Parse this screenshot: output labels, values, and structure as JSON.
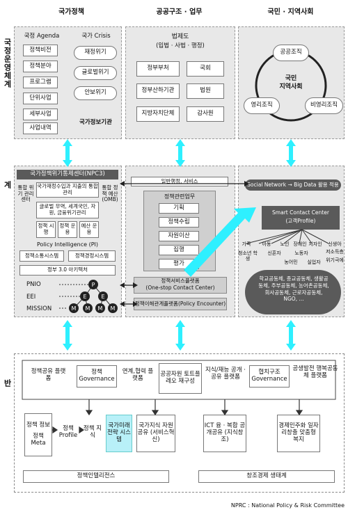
{
  "headers": {
    "col1": "국가정책",
    "col2": "공공구조 · 업무",
    "col3": "국민 · 지역사회"
  },
  "side_labels": {
    "row1": "국정운영체계",
    "row2": "정책 · 위기통제 체계",
    "row3": "국가정보 · 지식 기반"
  },
  "row1": {
    "agenda_title": "국정 Agenda",
    "agenda_items": [
      "정책비전",
      "정책분야",
      "프로그램",
      "단위사업",
      "세부사업",
      "사업내역"
    ],
    "crisis_title": "국가 Crisis",
    "crisis_items": [
      "재정위기",
      "글로벌위기",
      "안보위기"
    ],
    "national_info": "국가정보기관",
    "law_title": "법제도",
    "law_sub": "(입법 · 사법 · 행정)",
    "gov_boxes": [
      "정부부처",
      "국회",
      "정부산하기관",
      "법원",
      "지방자치단체",
      "감사원"
    ],
    "circle_center_1": "국민",
    "circle_center_2": "지역사회",
    "circle_nodes": [
      "공공조직",
      "영리조직",
      "비영리조직"
    ]
  },
  "row2": {
    "npc3_title": "국가정책위기통제센터(NPC3)",
    "left_label_1": "통합 위기 관리 센터",
    "center_top": "국가재정수입과 지출의 통합관리",
    "center_mid": "글로벌 무역, 세계국민, 자원, 금융위기관리",
    "center_bottom": [
      "정책 시행",
      "정책 운용",
      "예산 운용"
    ],
    "right_label": "통합 정책 예산 (OMB)",
    "pi_title": "Policy Intelligence (PI)",
    "pi_boxes": [
      "정책소통시스템",
      "정책경정시스템"
    ],
    "arch": "정부 3.0 아키텍처",
    "pnio": [
      "PNIO",
      "EEI",
      "MISSION"
    ],
    "tree_nodes": [
      "P",
      "E",
      "E",
      "M",
      "M",
      "M",
      "M"
    ],
    "general_admin": "일반행정, 서비스",
    "policy_work_title": "정책관련업무",
    "policy_work_items": [
      "기획",
      "정책수립",
      "자원이산",
      "집행",
      "평가"
    ],
    "policy_service": "정책서비스플랫폼",
    "policy_service_sub": "(One-stop Contact Center)",
    "policy_encounter": "정책이해관계플랫폼(Policy Encounter)",
    "social_network": "Social Network → Big Data 활용 적용",
    "smart_center": "Smart Contact Center",
    "smart_center_sub": "(고객Profile)",
    "people": [
      "가족",
      "청소년 학생",
      "아동",
      "신혼자",
      "노인",
      "장애인",
      "노동자",
      "농어민",
      "지자인",
      "실업자",
      "신생아",
      "저소득층",
      "위기극에"
    ],
    "communities": "학교공동체, 종교공동체, 생활공동체, 주부공동체, 농어촌공동체, 회사공동체, 근로자공동체, NGO, ..."
  },
  "row3": {
    "top_boxes": [
      "정책공유 플랫폼",
      "정책 Governance",
      "연계,협력 플랫폼",
      "공공자원 토트플레오 재구성",
      "지식/재능 공개 · 공유 플랫폼",
      "협치구조 Governance",
      "공생발전 행복공동체 플랫폼"
    ],
    "meta": [
      "정책 정보",
      "정책 Meta"
    ],
    "profile": "정책 Profile",
    "knowledge": "정책 지식",
    "future": "국가미래 전략 시스템",
    "national_knowledge": "국가지식 자원공유 (서비스혁신)",
    "ict": "ICT 융 · 복합 공개공유 (지식창조)",
    "economy": "경제민주화 일자리창출 맞춤형 복지",
    "bottom_left": "정책인텔리전스",
    "bottom_right": "창조경제 생태계"
  },
  "footnote": "NPRC : National Policy & Risk Committee"
}
